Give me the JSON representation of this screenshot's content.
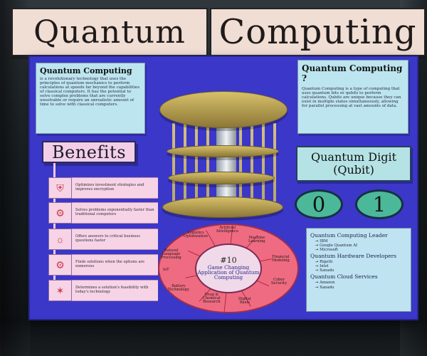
{
  "title": {
    "left": "Quantum",
    "right": "Computing"
  },
  "definition": {
    "title": "Quantum Computing",
    "body": "is a revolutionary technology that uses the principles of quantum mechanics to perform calculations at speeds far beyond the capabilities of classical computers. It has the potential to solve complex problems that are currently unsolvable or require an unrealistic amount of time to solve with classical computers."
  },
  "question": {
    "title": "Quantum Computing ?",
    "body": "Quantum Computing is a type of computing that uses quantum bits or qubits to perform calculations. Qubits are unique because they can exist in multiple states simultaneously, allowing for parallel processing at vast amounts of data."
  },
  "benefits": {
    "header": "Benefits",
    "items": [
      {
        "icon": "shield-icon",
        "text": "Optimizes investment strategies and improves encryption"
      },
      {
        "icon": "gear-icon",
        "text": "Solves problems exponentially faster than traditional computers"
      },
      {
        "icon": "brain-icon",
        "text": "Offers answers to critical business questions faster"
      },
      {
        "icon": "gears-icon",
        "text": "Finds solutions when the options are numerous"
      },
      {
        "icon": "dna-icon",
        "text": "Determines a solution's feasibility with today's technology"
      }
    ]
  },
  "qubit": {
    "header_line1": "Quantum Digit",
    "header_line2": "(Qubit)",
    "zero": "0",
    "one": "1"
  },
  "applications": {
    "number": "#10",
    "title": "Game Changing Application of Quantum Computing",
    "segments": [
      "Logistics\nOptimization",
      "Artificial\nIntelligence",
      "Machine\nLearning",
      "Financial\nModeling",
      "Cyber\nSecurity",
      "Digital\nBasis",
      "Drug &\nChemical\nResearch",
      "Battery\nTechnology",
      "IoT",
      "Natural\nLanguage\nProcessing"
    ]
  },
  "industry": {
    "leaders_title": "Quantum Computing Leader",
    "leaders": [
      "IBM",
      "Google Quantum AI",
      "Microsoft"
    ],
    "hardware_title": "Quantum Hardware Developers",
    "hardware": [
      "Rigetti",
      "Intel",
      "Xanadu"
    ],
    "cloud_title": "Quantum Cloud Services",
    "cloud": [
      "Amazon",
      "Xanadu"
    ]
  }
}
